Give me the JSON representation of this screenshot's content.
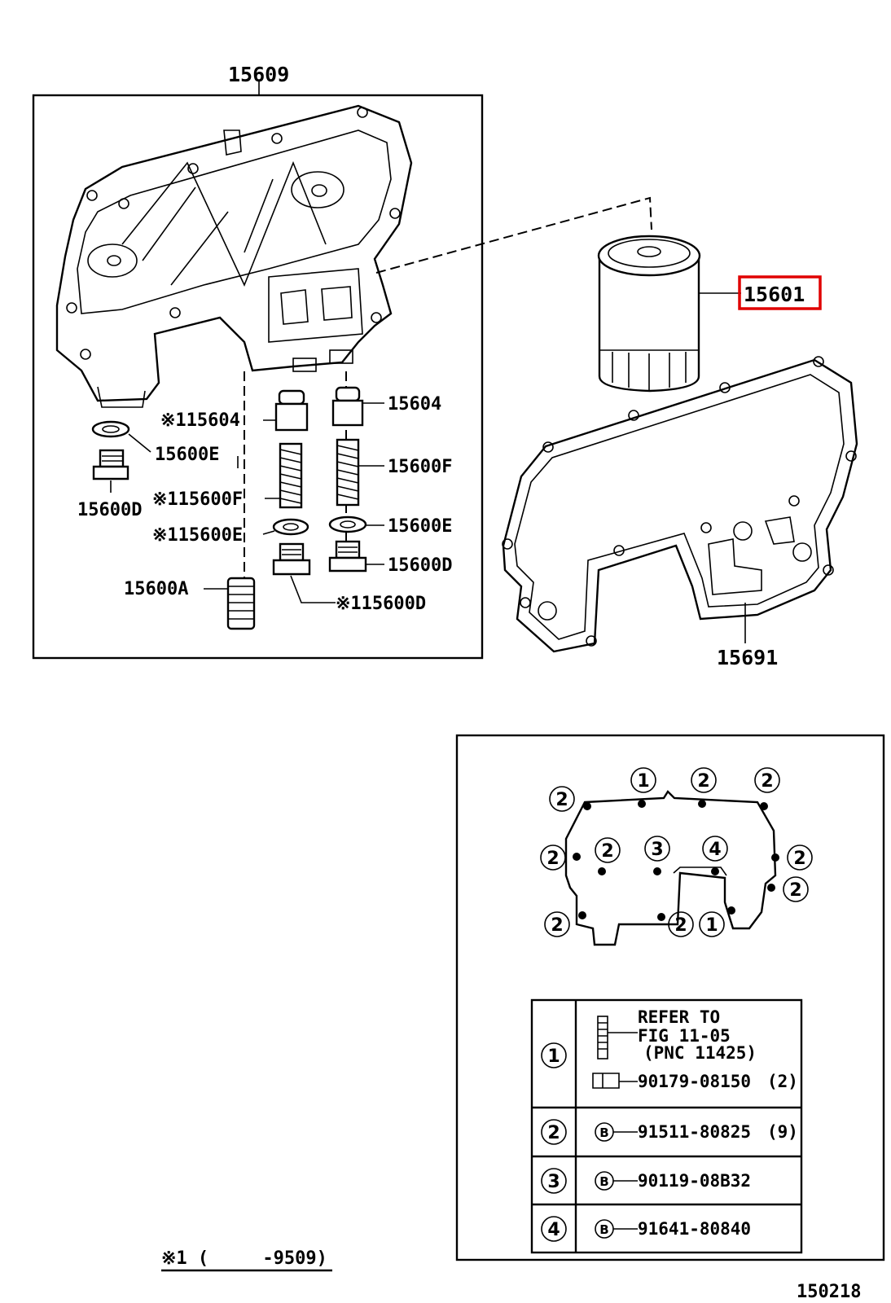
{
  "labels": {
    "cover": "15609",
    "filter": "15601",
    "gasket": "15691",
    "plug_left_star": "※115604",
    "plug_right": "15604",
    "washer_left": "15600E",
    "spring_right": "15600F",
    "spring_star": "※115600F",
    "drainplug_left": "15600D",
    "washer_star": "※115600E",
    "washer_right": "15600E",
    "plug_right_d": "15600D",
    "valve": "15600A",
    "plug_star_d": "※115600D"
  },
  "callouts": [
    "1",
    "2",
    "3",
    "4"
  ],
  "table": {
    "rows": [
      {
        "num": "1",
        "lines": [
          "REFER TO",
          "FIG 11-05",
          "(PNC 11425)"
        ],
        "part": "90179-08150",
        "qty": "(2)"
      },
      {
        "num": "2",
        "bolt": "B",
        "part": "91511-80825",
        "qty": "(9)"
      },
      {
        "num": "3",
        "bolt": "B",
        "part": "90119-08B32",
        "qty": ""
      },
      {
        "num": "4",
        "bolt": "B",
        "part": "91641-80840",
        "qty": ""
      }
    ]
  },
  "footnote": "※1 (     -9509)",
  "figure_number": "150218",
  "highlight_color": "#e00000"
}
